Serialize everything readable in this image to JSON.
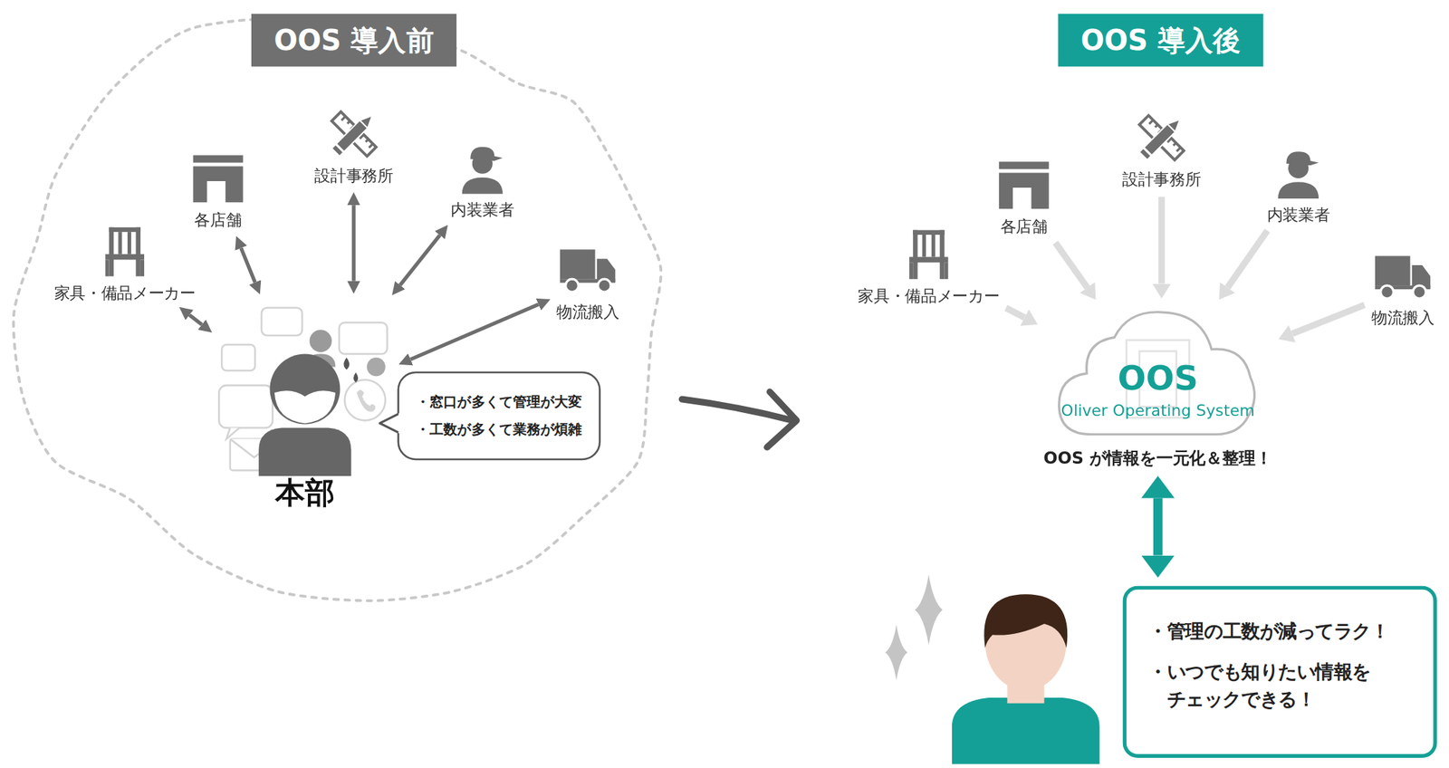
{
  "diagram": {
    "nodes": [
      {
        "text": [
          "OOS 導入前"
        ]
      },
      {
        "text": [
          "各店舗"
        ]
      },
      {
        "text": [
          "設計事務所"
        ]
      },
      {
        "text": [
          "内装業者"
        ]
      },
      {
        "text": [
          "家具・備品メーカー"
        ]
      },
      {
        "text": [
          "物流搬入"
        ]
      },
      {
        "text": [
          "本部"
        ]
      },
      {
        "text": [
          "・窓口が多くて管理が大変",
          "・工数が多くて業務が煩雑"
        ]
      },
      {
        "text": [
          "OOS 導入後"
        ]
      },
      {
        "text": [
          "各店舗"
        ]
      },
      {
        "text": [
          "設計事務所"
        ]
      },
      {
        "text": [
          "内装業者"
        ]
      },
      {
        "text": [
          "家具・備品メーカー"
        ]
      },
      {
        "text": [
          "物流搬入"
        ]
      },
      {
        "text": [
          "OOS",
          "Oliver Operating System",
          "OOS が情報を一元化＆整理！"
        ]
      },
      {
        "text": [
          "・管理の工数が減ってラク！",
          "・いつでも知りたい情報を チェックできる！"
        ]
      }
    ],
    "edges": [
      {
        "from": 1,
        "to": 6,
        "arrow": "both"
      },
      {
        "from": 2,
        "to": 6,
        "arrow": "both"
      },
      {
        "from": 3,
        "to": 6,
        "arrow": "both"
      },
      {
        "from": 4,
        "to": 6,
        "arrow": "both"
      },
      {
        "from": 5,
        "to": 6,
        "arrow": "both"
      },
      {
        "from": 9,
        "to": 14,
        "arrow": "to"
      },
      {
        "from": 10,
        "to": 14,
        "arrow": "to"
      },
      {
        "from": 11,
        "to": 14,
        "arrow": "to"
      },
      {
        "from": 12,
        "to": 14,
        "arrow": "to"
      },
      {
        "from": 13,
        "to": 14,
        "arrow": "to"
      },
      {
        "from": 14,
        "to": 15,
        "arrow": "both"
      }
    ]
  }
}
